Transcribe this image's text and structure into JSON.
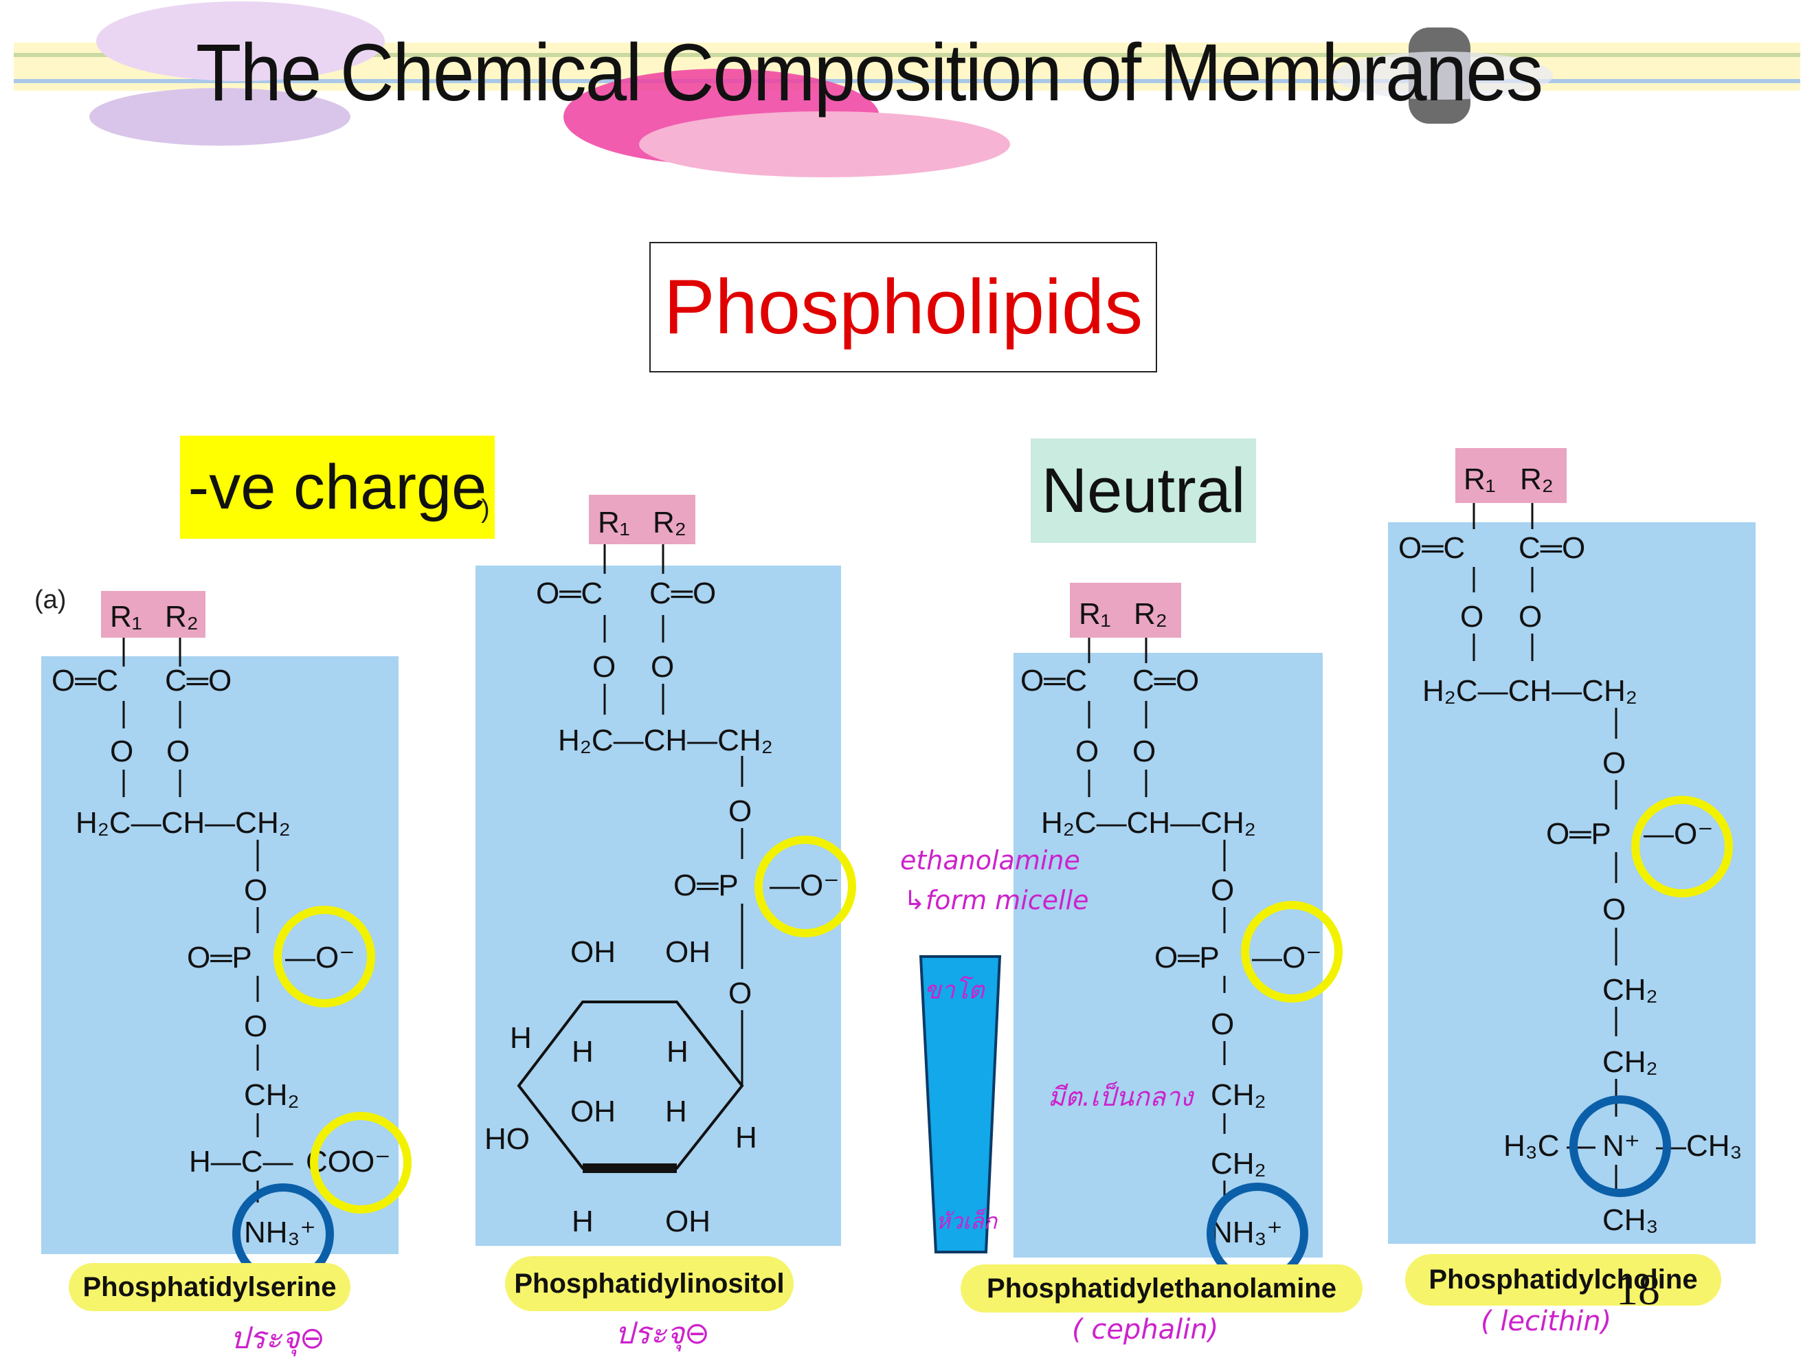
{
  "slide": {
    "title": "The Chemical Composition of Membranes",
    "heading": "Phospholipids",
    "page_number": "18"
  },
  "tags": {
    "negative": "-ve charge",
    "neutral": "Neutral"
  },
  "panel_labels": {
    "a": "(a)",
    "b": ")"
  },
  "molecules": [
    {
      "name": "Phosphatidylserine",
      "note": "ประจุ⊖"
    },
    {
      "name": "Phosphatidylinositol",
      "note": "ประจุ⊖"
    },
    {
      "name": "Phosphatidylethanolamine",
      "note": "( cephalin)"
    },
    {
      "name": "Phosphatidylcholine",
      "note": "( lecithin)"
    }
  ],
  "annotations": {
    "ethanolamine_line1": "ethanolamine",
    "ethanolamine_line2": "↳form micelle",
    "tail_label": "ขาโต",
    "head_label": "หัวเล็ก",
    "neutral_note": "มีต.เป็นกลาง"
  },
  "formula_text": {
    "r1": "R₁",
    "r2": "R₂",
    "oc": "O═C",
    "co": "C═O",
    "o": "O",
    "h2c": "H₂C—CH—CH₂",
    "opo": "O═P",
    "ominus": "—O⁻",
    "ch2": "CH₂",
    "hc": "H—C—",
    "coo": "COO⁻",
    "nh3": "NH₃⁺",
    "oh": "OH",
    "h": "H",
    "ho": "HO",
    "h3c": "H₃C",
    "nplus": "N⁺",
    "ch3": "CH₃",
    "dashch3": "—CH₃"
  }
}
